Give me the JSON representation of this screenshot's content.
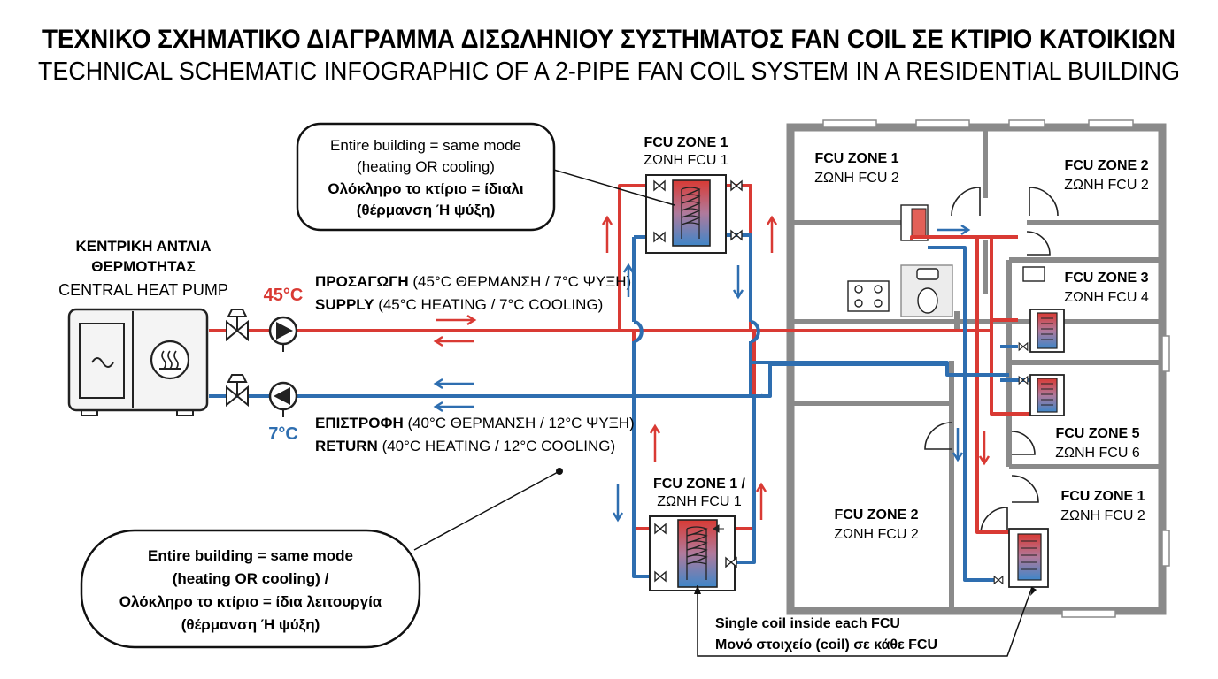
{
  "title": {
    "greek": "ΤΕΧΝΙΚΟ ΣΧΗΜΑΤΙΚΟ ΔΙΑΓΡΑΜΜΑ ΔΙΣΩΛΗΝΙΟΥ ΣΥΣΤΗΜΑΤΟΣ FAN COIL ΣΕ ΚΤΙΡΙΟ ΚΑΤΟΙΚΙΩΝ",
    "english": "TECHNICAL SCHEMATIC INFOGRAPHIC OF A 2-PIPE FAN COIL SYSTEM IN A RESIDENTIAL BUILDING"
  },
  "heat_pump": {
    "label_gr_1": "ΚΕΝΤΡΙΚΗ ΑΝΤΛΙΑ",
    "label_gr_2": "ΘΕΡΜΟΤΗΤΑΣ",
    "label_en": "CENTRAL HEAT PUMP"
  },
  "temps": {
    "supply": "45°C",
    "return": "7°C"
  },
  "supply": {
    "gr_bold": "ΠΡΟΣΑΓΩΓΗ",
    "gr_rest": " (45°C ΘΕΡΜΑΝΣΗ / 7°C ΨΥΞΗ)",
    "en_bold": "SUPPLY",
    "en_rest": " (45°C HEATING / 7°C COOLING)"
  },
  "return": {
    "gr_bold": "ΕΠΙΣΤΡΟΦΗ",
    "gr_rest": " (40°C ΘΕΡΜΑΝΣΗ / 12°C ΨΥΞΗ)",
    "en_bold": "RETURN",
    "en_rest": " (40°C HEATING / 12°C COOLING)"
  },
  "callout_top": {
    "line1": "Entire building = same mode",
    "line2": "(heating OR cooling)",
    "line3": "Ολόκληρο το κτίριο = ίδιαλι",
    "line4": "(θέρμανση Ή ψύξη)"
  },
  "callout_bottom": {
    "line1": "Entire building = same mode",
    "line2": "(heating OR cooling) /",
    "line3": "Ολόκληρο το κτίριο = ίδια λειτουργία",
    "line4": "(θέρμανση Ή ψύξη)"
  },
  "coil_note": {
    "line1": "Single coil inside each FCU",
    "line2": "Μονό στοιχείο (coil) σε κάθε FCU"
  },
  "fcu_upper": {
    "line1": "FCU ZONE 1",
    "line2": "ΖΩΝΗ FCU 1"
  },
  "fcu_lower": {
    "line1": "FCU ZONE 1 /",
    "line2": "ΖΩΝΗ FCU 1"
  },
  "rooms": [
    {
      "line1": "FCU ZONE 1",
      "line2": "ΖΩΝΗ FCU 2"
    },
    {
      "line1": "FCU ZONE 2",
      "line2": "ΖΩΝΗ FCU 2"
    },
    {
      "line1": "FCU ZONE 3",
      "line2": "ΖΩΝΗ FCU 4"
    },
    {
      "line1": "FCU ZONE 5",
      "line2": "ΖΩΝΗ FCU 6"
    },
    {
      "line1": "FCU ZONE 2",
      "line2": "ΖΩΝΗ FCU 2"
    },
    {
      "line1": "FCU ZONE 1",
      "line2": "ΖΩΝΗ FCU 2"
    }
  ],
  "colors": {
    "supply": "#d93a34",
    "return": "#2e6eb0",
    "wall": "#8a8a8a",
    "ink": "#111111"
  },
  "icons": [
    "heat-pump-icon",
    "gate-valve-icon",
    "pump-icon",
    "coil-icon",
    "flow-arrow-icon",
    "door-swing-icon",
    "stove-icon",
    "toilet-icon",
    "sink-icon"
  ]
}
